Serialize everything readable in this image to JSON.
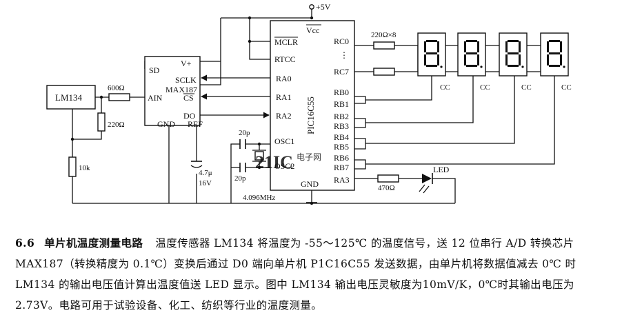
{
  "labels": {
    "vplus5": "+5V",
    "vcc": "Vcc",
    "mclr": "MCLR",
    "rtcc": "RTCC",
    "ra0": "RA0",
    "ra1": "RA1",
    "ra2": "RA2",
    "ra3": "RA3",
    "osc1": "OSC1",
    "osc2": "OSC2",
    "gnd": "GND",
    "rc0": "RC0",
    "rc7": "RC7",
    "rc_dots": "⋮",
    "rb0": "RB0",
    "rb1": "RB1",
    "rb2": "RB2",
    "rb3": "RB3",
    "rb4": "RB4",
    "rb5": "RB5",
    "rb6": "RB6",
    "rb7": "RB7",
    "pic_name": "PIC16C55",
    "max_name": "MAX187",
    "sd": "SD",
    "vplus": "V+",
    "sclk": "SCLK",
    "cs": "CS",
    "do": "DO",
    "ain": "AIN",
    "max_gnd": "GND",
    "ref": "REF",
    "lm134": "LM134",
    "r600": "600Ω",
    "r220": "220Ω",
    "r10k": "10k",
    "cap47": "4.7μ",
    "cap16v": "16V",
    "c20p_top": "20p",
    "c20p_bot": "20p",
    "crystal": "4.096MHz",
    "r_array": "220Ω×8",
    "r470": "470Ω",
    "led": "LED",
    "cc": [
      "CC",
      "CC",
      "CC",
      "CC"
    ],
    "watermark_main": "21IC",
    "watermark_sub": "电子网"
  },
  "caption": {
    "number": "6.6",
    "title": "单片机温度测量电路",
    "body": "温度传感器 LM134 将温度为 -55～125℃ 的温度信号，送 12 位串行 A/D 转换芯片 MAX187（转换精度为 0.1℃）变换后通过 D0 端向单片机 P1C16C55 发送数据，由单片机将数据值减去 0℃ 时 LM134 的输出电压值计算出温度值送 LED 显示。图中 LM134 输出电压灵敏度为10mV/K，0℃时其输出电压为 2.73V。电路可用于试验设备、化工、纺织等行业的温度测量。"
  }
}
